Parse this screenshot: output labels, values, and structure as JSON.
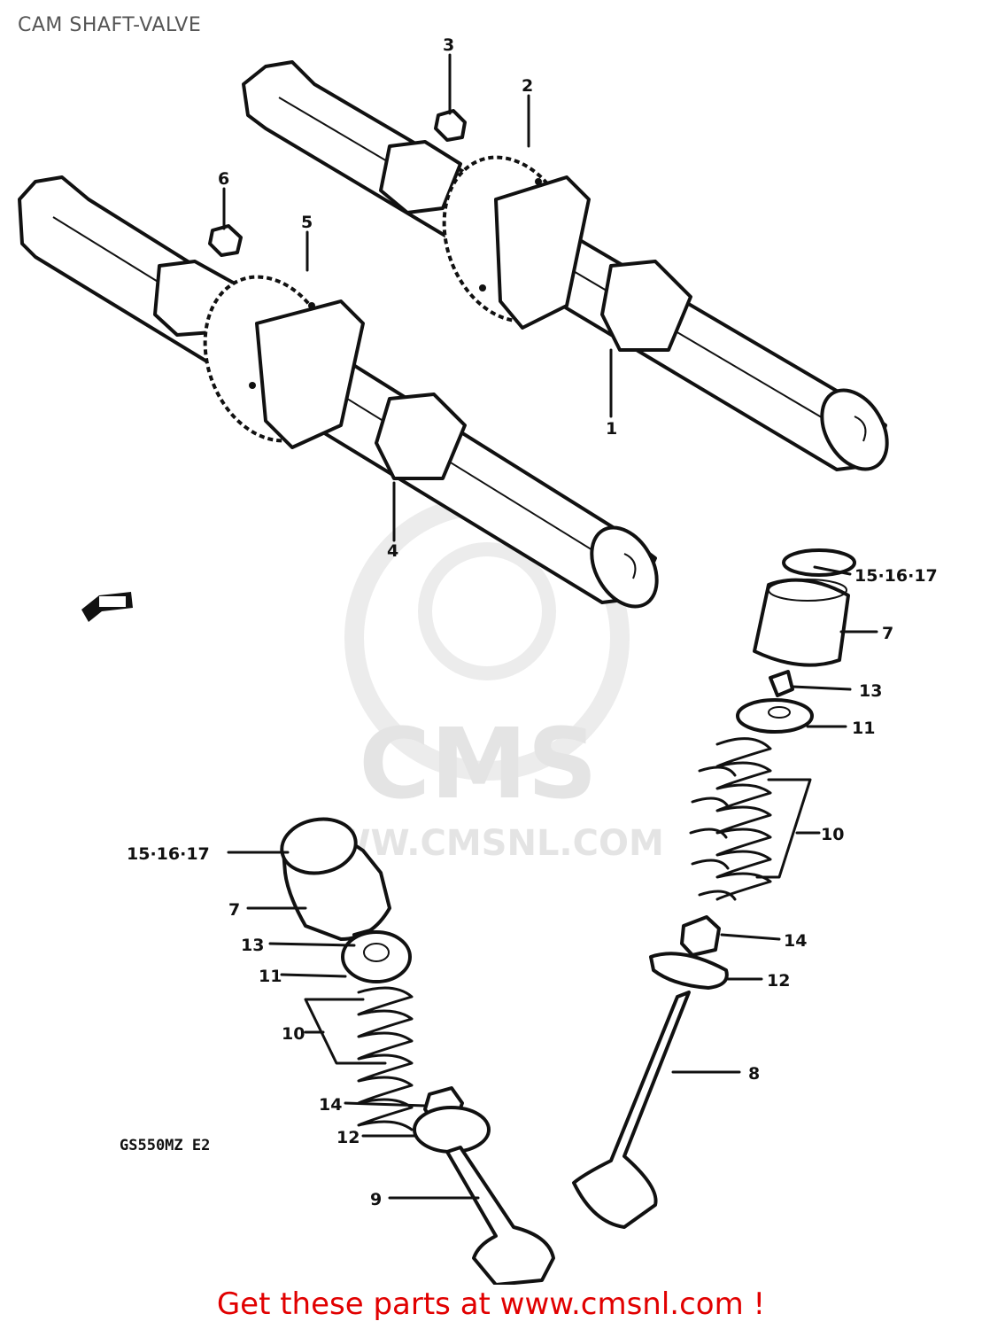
{
  "title": "CAM SHAFT-VALVE",
  "model_code": "GS550MZ E2",
  "footer": "Get these parts at www.cmsnl.com !",
  "watermark": {
    "brand": "CMS",
    "url": "WWW.CMSNL.COM"
  },
  "callouts": {
    "c1": "1",
    "c2": "2",
    "c3": "3",
    "c4": "4",
    "c5": "5",
    "c6": "6",
    "r7": "7",
    "r8": "8",
    "r10": "10",
    "r11": "11",
    "r12": "12",
    "r13": "13",
    "r14": "14",
    "r151617": "15·16·17",
    "l7": "7",
    "l9": "9",
    "l10": "10",
    "l11": "11",
    "l12": "12",
    "l13": "13",
    "l14": "14",
    "l151617": "15·16·17"
  },
  "colors": {
    "footer_text": "#e10000",
    "title_text": "#555555",
    "watermark": "#e4e4e4"
  },
  "icons": {
    "front_arrow": "fwd-arrow-icon"
  }
}
